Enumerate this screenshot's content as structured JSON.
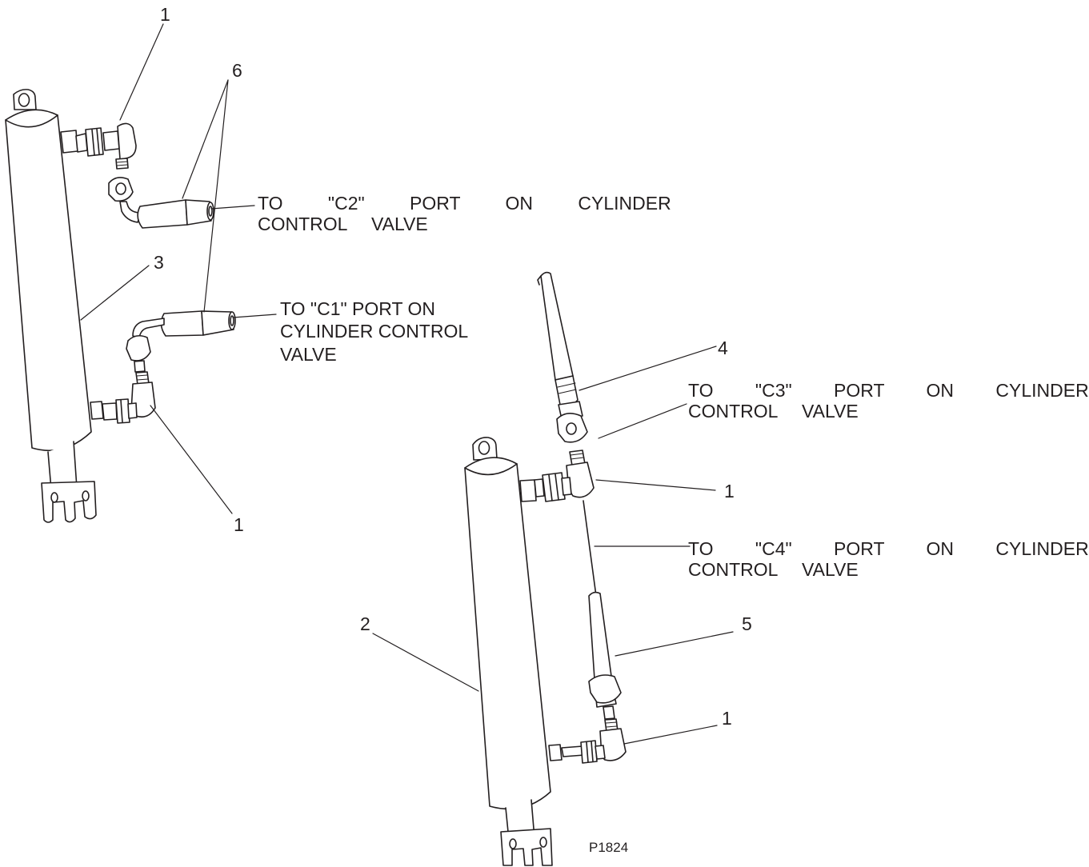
{
  "callouts": {
    "c1_top": "1",
    "c1_mid": "1",
    "c1_right_upper": "1",
    "c1_right_lower": "1",
    "c2": "2",
    "c3": "3",
    "c4": "4",
    "c5": "5",
    "c6": "6"
  },
  "notes": {
    "c2_line1": "TO \"C2\" PORT ON CYLINDER",
    "c2_line2": "CONTROL VALVE",
    "c1_line1": "TO \"C1\" PORT ON",
    "c1_line2": "CYLINDER CONTROL",
    "c1_line3": "VALVE",
    "c3_line1": "TO \"C3\" PORT ON CYLINDER",
    "c3_line2": "CONTROL VALVE",
    "c4_line1": "TO \"C4\" PORT ON CYLINDER",
    "c4_line2": "CONTROL VALVE"
  },
  "figure_ref": "P1824",
  "colors": {
    "ink": "#231f20",
    "fill": "#ffffff"
  }
}
